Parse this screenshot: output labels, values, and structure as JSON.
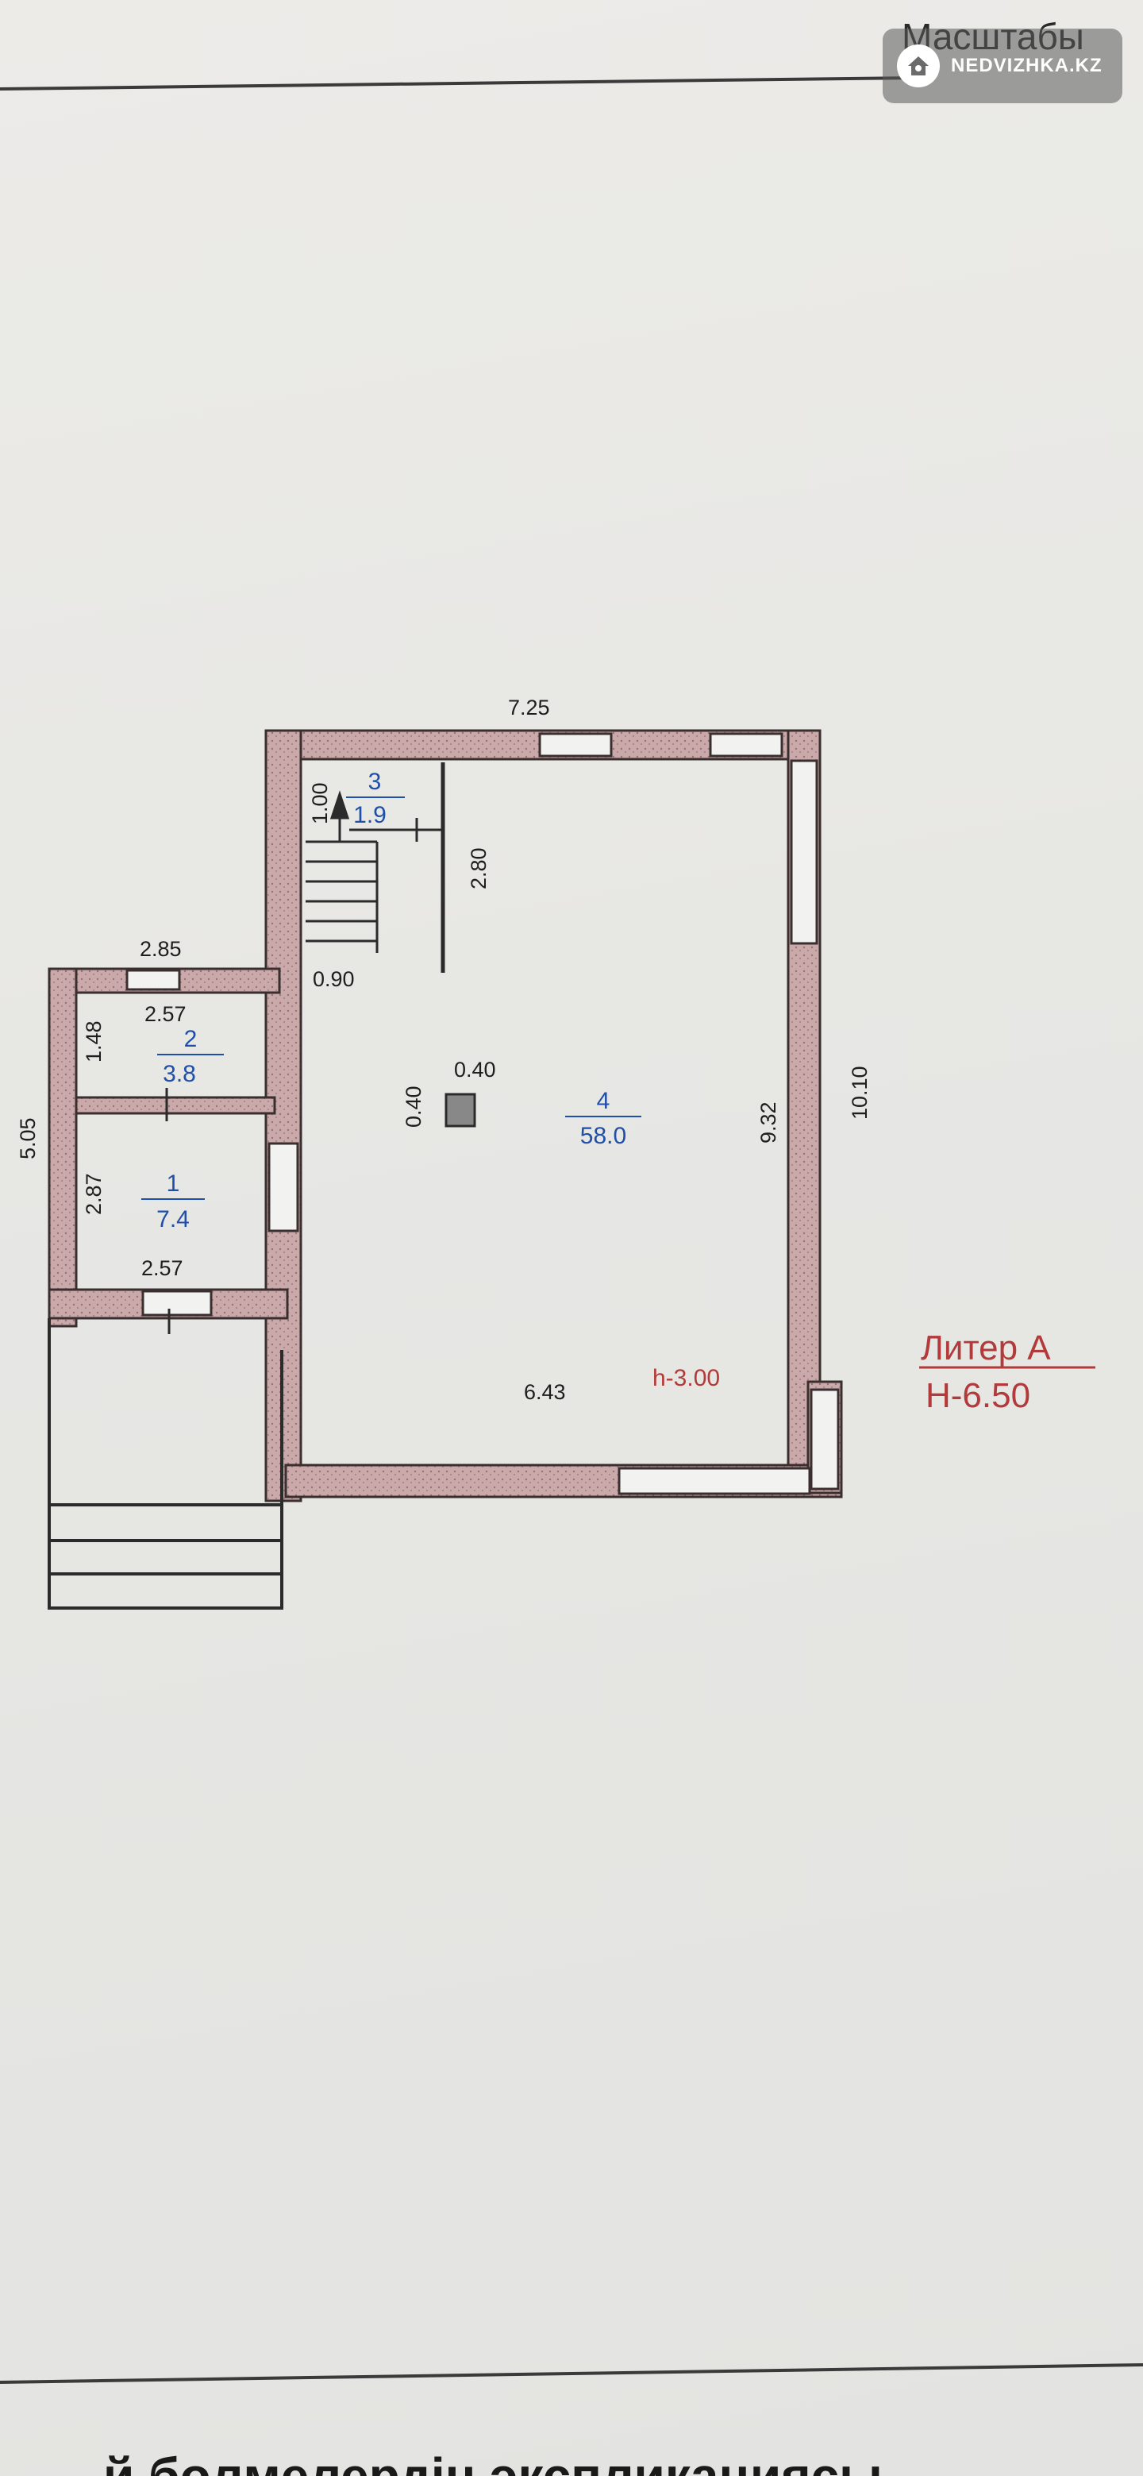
{
  "header": {
    "title_fragment": "Масштабы"
  },
  "watermark": {
    "text": "NEDVIZHKA.KZ",
    "icon": "house-logo-icon"
  },
  "plan": {
    "dimensions": {
      "top_width": "7.25",
      "right_outer_height": "10.10",
      "right_inner_height": "9.32",
      "bottom_inner_width": "6.43",
      "annex_outer_height": "5.05",
      "annex_top_width": "2.85",
      "room2_width": "2.57",
      "room2_height": "1.48",
      "room1_height": "2.87",
      "room1_width": "2.57",
      "stair_width": "0.90",
      "stair_length": "1.00",
      "partition_length": "2.80",
      "column_width": "0.40",
      "column_height": "0.40"
    },
    "rooms": [
      {
        "number": "1",
        "area": "7.4"
      },
      {
        "number": "2",
        "area": "3.8"
      },
      {
        "number": "3",
        "area": "1.9"
      },
      {
        "number": "4",
        "area": "58.0"
      }
    ],
    "ceiling_height": "h-3.00",
    "liter": {
      "name": "Литер А",
      "height": "Н-6.50"
    }
  },
  "footer": {
    "heading_fragment": "й бөлмелердің экспликациясы"
  },
  "colors": {
    "wall_fill": "#c7a9a9",
    "wall_stroke": "#3a2f2f",
    "room_label": "#1f4fa8",
    "liter_label": "#b23a3a"
  }
}
